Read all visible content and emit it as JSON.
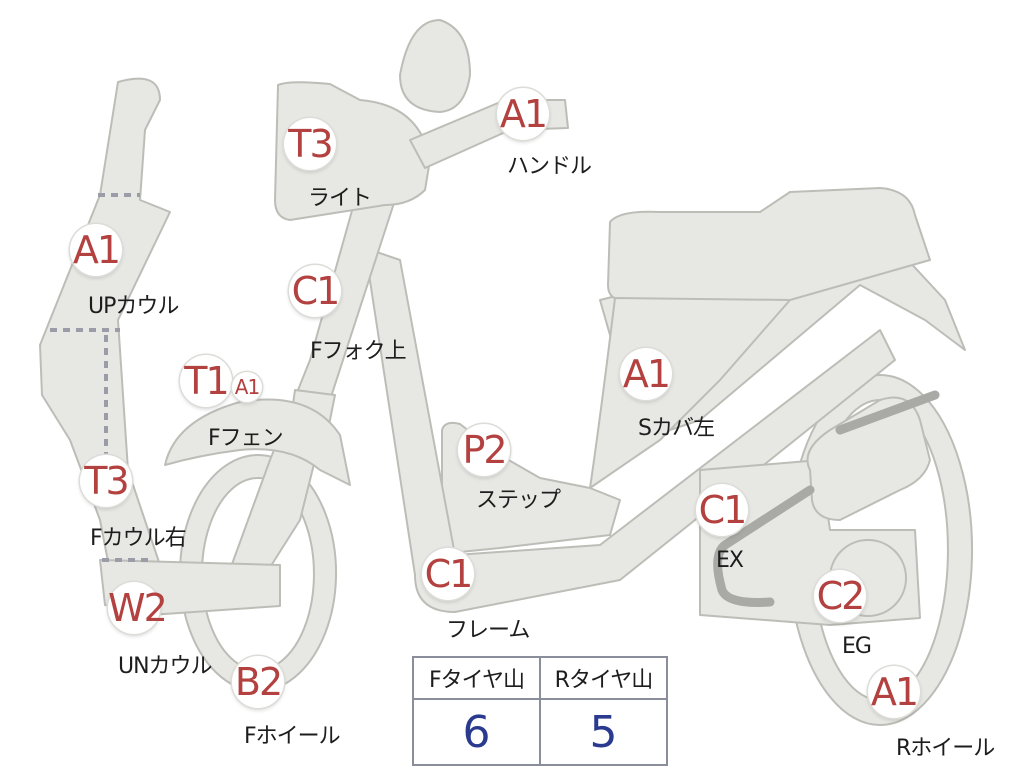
{
  "colors": {
    "part_fill": "#e7e7e3",
    "part_stroke": "#bdbdb8",
    "code_text": "#b2413f",
    "label_text": "#1d1d1d",
    "value_text": "#2a3a8f"
  },
  "parts": [
    {
      "id": "up-cowl",
      "code": "A1",
      "label": "UPカウル"
    },
    {
      "id": "light",
      "code": "T3",
      "label": "ライト"
    },
    {
      "id": "handle",
      "code": "A1",
      "label": "ハンドル"
    },
    {
      "id": "front-fork",
      "code": "C1",
      "label": "Fフォク上"
    },
    {
      "id": "front-fender",
      "code": "T1",
      "code2": "A1",
      "label": "Fフェン"
    },
    {
      "id": "front-cowl-r",
      "code": "T3",
      "label": "Fカウル右"
    },
    {
      "id": "under-cowl",
      "code": "W2",
      "label": "UNカウル"
    },
    {
      "id": "front-wheel",
      "code": "B2",
      "label": "Fホイール"
    },
    {
      "id": "frame",
      "code": "C1",
      "label": "フレーム"
    },
    {
      "id": "step",
      "code": "P2",
      "label": "ステップ"
    },
    {
      "id": "side-cover-l",
      "code": "A1",
      "label": "Sカバ左"
    },
    {
      "id": "exhaust",
      "code": "C1",
      "label": "EX"
    },
    {
      "id": "engine",
      "code": "C2",
      "label": "EG"
    },
    {
      "id": "rear-wheel",
      "code": "A1",
      "label": "Rホイール"
    }
  ],
  "tire_table": {
    "headers": [
      "Fタイヤ山",
      "Rタイヤ山"
    ],
    "values": [
      "6",
      "5"
    ]
  }
}
